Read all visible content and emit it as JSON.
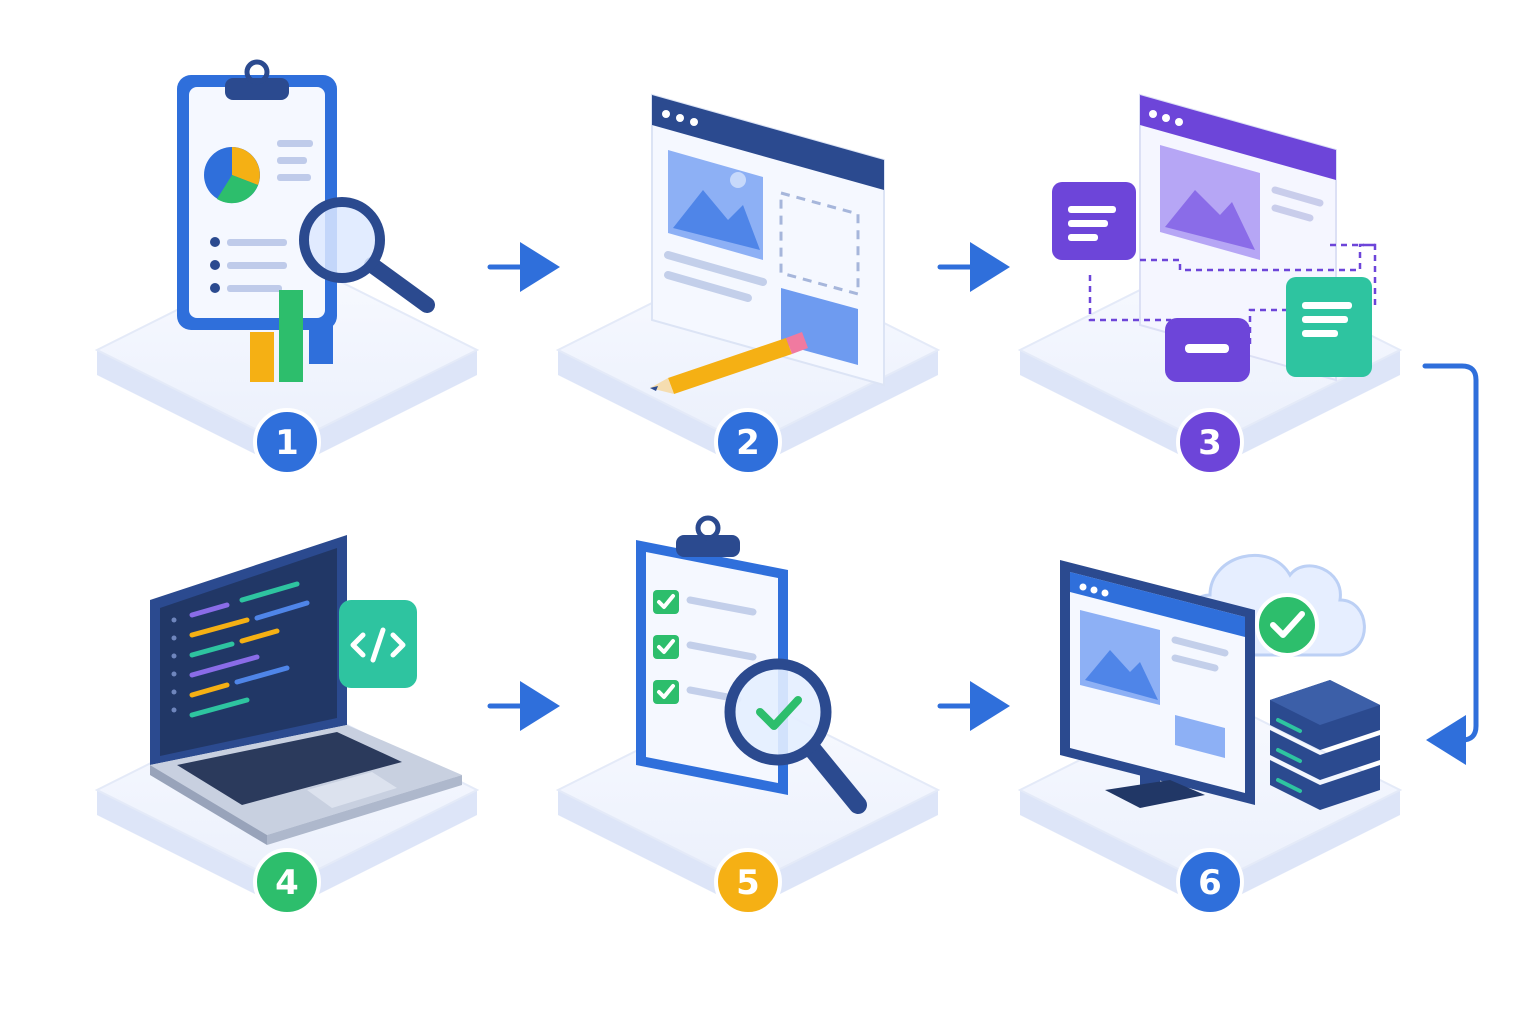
{
  "steps": [
    {
      "number": "1",
      "icon": "research-clipboard-icon",
      "badge_color": "#2F6FDB"
    },
    {
      "number": "2",
      "icon": "wireframe-sketch-icon",
      "badge_color": "#2F6FDB"
    },
    {
      "number": "3",
      "icon": "prototype-flow-icon",
      "badge_color": "#6D45D9"
    },
    {
      "number": "4",
      "icon": "laptop-code-icon",
      "badge_color": "#2DBE6C"
    },
    {
      "number": "5",
      "icon": "testing-checklist-icon",
      "badge_color": "#F5B014"
    },
    {
      "number": "6",
      "icon": "deploy-server-cloud-icon",
      "badge_color": "#2F6FDB"
    }
  ],
  "colors": {
    "primary": "#2F6FDB",
    "navy": "#2B4A8F",
    "purple": "#6D45D9",
    "green": "#2DBE6C",
    "teal": "#2EC4A0",
    "yellow": "#F5B014",
    "platform_top": "#F2F5FD",
    "platform_side": "#DDE5F8"
  }
}
